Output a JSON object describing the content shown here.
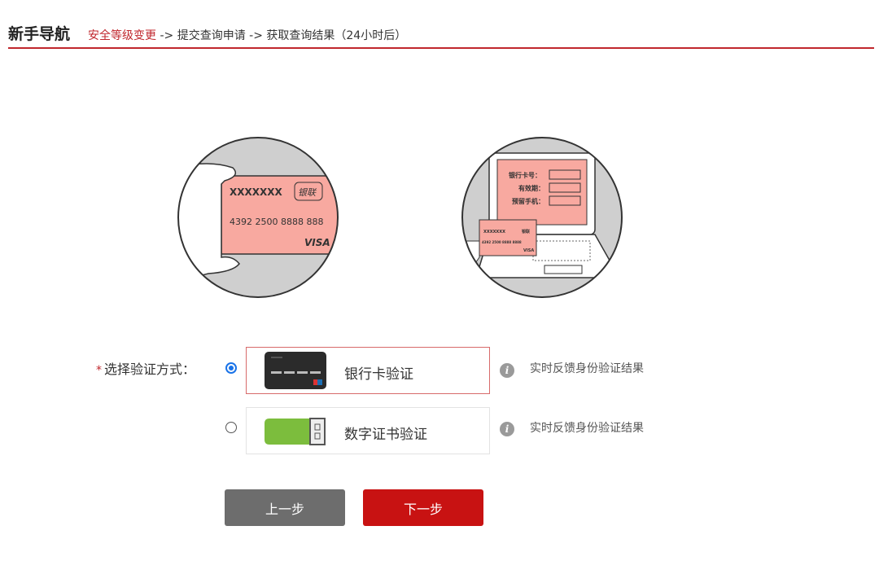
{
  "header": {
    "title": "新手导航",
    "step_current": "安全等级变更",
    "step_rest": " -> 提交查询申请 -> 获取查询结果（24小时后）"
  },
  "illustrations": {
    "card": {
      "name": "XXXXXXX",
      "brand": "银联",
      "number": "4392 2500 8888 888",
      "network": "VISA"
    },
    "laptop": {
      "field1": "银行卡号：",
      "field2": "有效期：",
      "field3": "预留手机：",
      "card_name": "XXXXXXX",
      "card_brand": "银联",
      "card_number": "4392 2500 8888 8888",
      "card_network": "VISA"
    }
  },
  "form": {
    "required_mark": "*",
    "label": "选择验证方式：",
    "options": [
      {
        "name": "银行卡验证",
        "hint": "实时反馈身份验证结果",
        "selected": true,
        "icon": "bank-card-icon"
      },
      {
        "name": "数字证书验证",
        "hint": "实时反馈身份验证结果",
        "selected": false,
        "icon": "usb-key-icon"
      }
    ]
  },
  "buttons": {
    "prev": "上一步",
    "next": "下一步"
  },
  "colors": {
    "accent": "#c0272d",
    "next_button": "#c81212",
    "prev_button": "#6d6d6d",
    "card_pink": "#f8a9a0",
    "usb_green": "#7cbd3d"
  }
}
